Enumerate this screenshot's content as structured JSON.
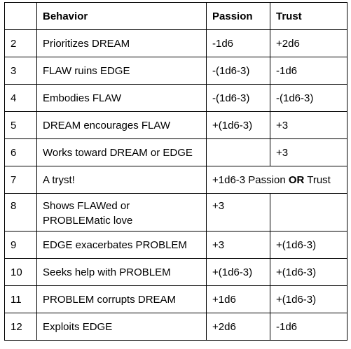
{
  "table": {
    "headers": {
      "number": "",
      "behavior": "Behavior",
      "passion": "Passion",
      "trust": "Trust"
    },
    "rows": [
      {
        "number": "2",
        "behavior": "Prioritizes DREAM",
        "passion": "-1d6",
        "trust": "+2d6"
      },
      {
        "number": "3",
        "behavior": "FLAW ruins EDGE",
        "passion": "-(1d6-3)",
        "trust": "-1d6"
      },
      {
        "number": "4",
        "behavior": "Embodies FLAW",
        "passion": "-(1d6-3)",
        "trust": "-(1d6-3)"
      },
      {
        "number": "5",
        "behavior": "DREAM encourages FLAW",
        "passion": "+(1d6-3)",
        "trust": "+3"
      },
      {
        "number": "6",
        "behavior": "Works toward DREAM or EDGE",
        "passion": "",
        "trust": "+3"
      },
      {
        "number": "7",
        "behavior": "A tryst!",
        "combined_pre": "+1d6-3 Passion",
        "combined_bold": "OR",
        "combined_post": "Trust"
      },
      {
        "number": "8",
        "behavior_line1": "Shows FLAWed or",
        "behavior_line2": "PROBLEMatic love",
        "passion": "+3",
        "trust": ""
      },
      {
        "number": "9",
        "behavior": "EDGE exacerbates PROBLEM",
        "passion": "+3",
        "trust": "+(1d6-3)"
      },
      {
        "number": "10",
        "behavior": "Seeks help with PROBLEM",
        "passion": "+(1d6-3)",
        "trust": "+(1d6-3)"
      },
      {
        "number": "11",
        "behavior": "PROBLEM corrupts DREAM",
        "passion": "+1d6",
        "trust": "+(1d6-3)"
      },
      {
        "number": "12",
        "behavior": "Exploits EDGE",
        "passion": "+2d6",
        "trust": "-1d6"
      }
    ]
  }
}
